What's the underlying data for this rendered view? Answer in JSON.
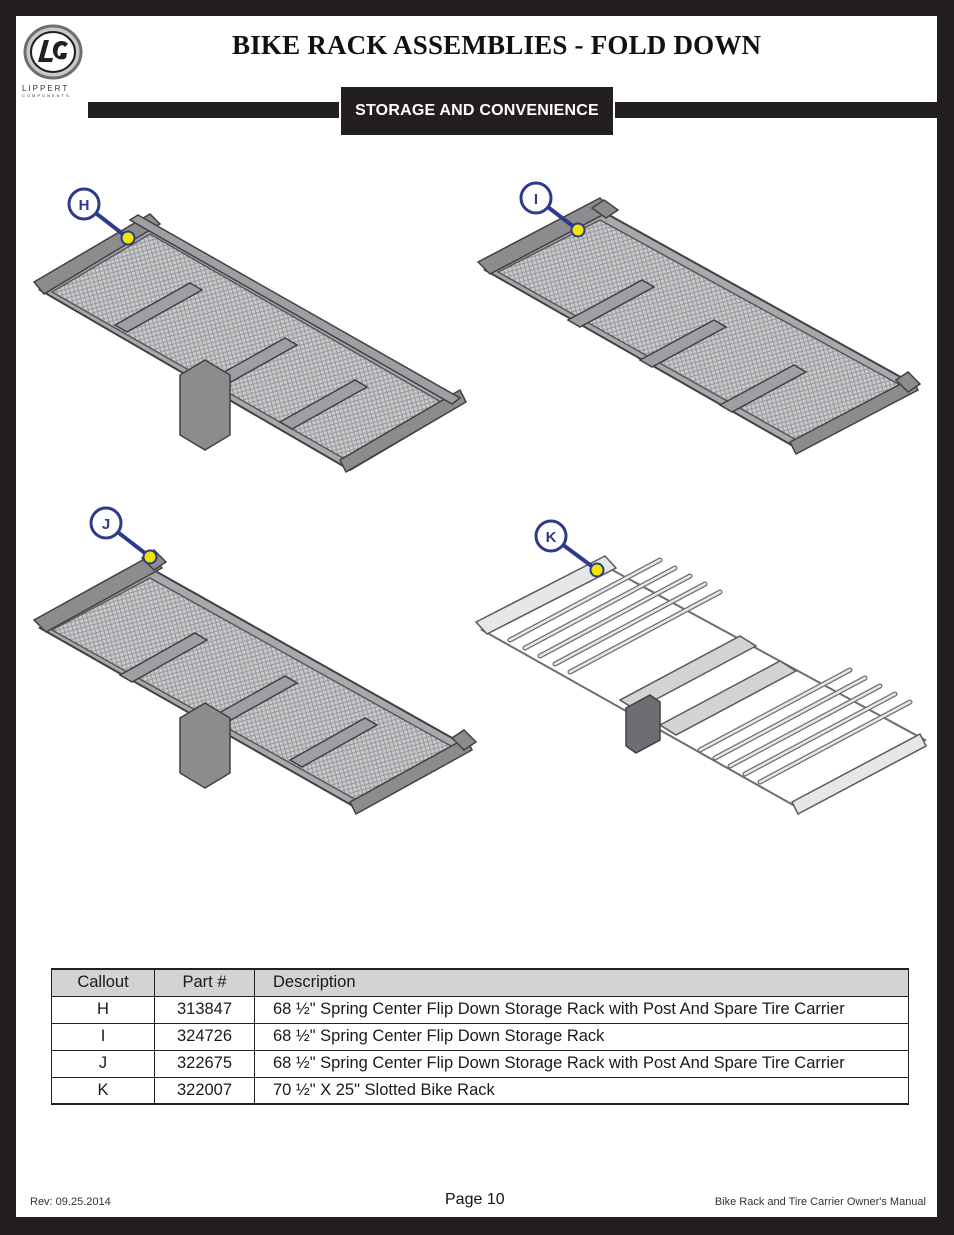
{
  "header": {
    "title": "BIKE RACK ASSEMBLIES - FOLD DOWN",
    "logo_text": "LIPPERT",
    "logo_subtext": "COMPONENTS",
    "section_tab": "STORAGE AND CONVENIENCE"
  },
  "callouts": [
    "H",
    "I",
    "J",
    "K"
  ],
  "colors": {
    "frame": "#231f20",
    "callout_ring": "#2e3a8c",
    "callout_dot": "#f2e600",
    "table_header_bg": "#d1d3d4"
  },
  "table": {
    "headers": [
      "Callout",
      "Part #",
      "Description"
    ],
    "rows": [
      {
        "callout": "H",
        "part": "313847",
        "description": "68 ½\" Spring Center Flip Down Storage Rack with Post And Spare Tire Carrier"
      },
      {
        "callout": "I",
        "part": "324726",
        "description": "68 ½\" Spring Center Flip Down Storage Rack"
      },
      {
        "callout": "J",
        "part": "322675",
        "description": "68 ½\" Spring Center Flip Down Storage Rack with Post And Spare Tire Carrier"
      },
      {
        "callout": "K",
        "part": "322007",
        "description": "70 ½\" X 25\" Slotted Bike Rack"
      }
    ]
  },
  "footer": {
    "revision": "Rev: 09.25.2014",
    "page": "Page 10",
    "manual": "Bike Rack and Tire Carrier Owner's Manual"
  }
}
